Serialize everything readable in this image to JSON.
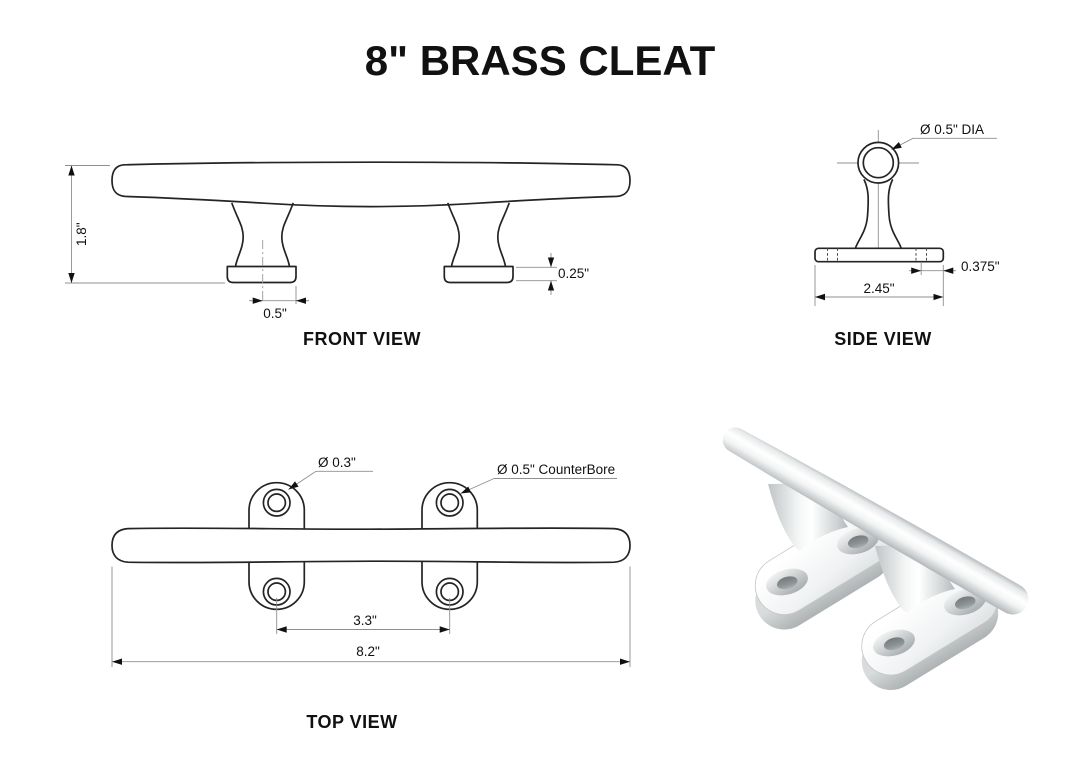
{
  "title": "8\" BRASS CLEAT",
  "views": {
    "front": {
      "label": "FRONT VIEW",
      "dim_height": "1.8\"",
      "dim_base_width": "0.5\"",
      "dim_base_height": "0.25\""
    },
    "side": {
      "label": "SIDE VIEW",
      "dim_horn_dia": "Ø 0.5\" DIA",
      "dim_hole_offset": "0.375\"",
      "dim_base_length": "2.45\""
    },
    "top": {
      "label": "TOP VIEW",
      "dim_hole_dia": "Ø 0.3\"",
      "dim_counterbore": "Ø 0.5\" CounterBore",
      "dim_hole_spacing": "3.3\"",
      "dim_overall_length": "8.2\""
    },
    "iso": {
      "description": "3D shaded view of cleat"
    }
  },
  "colors": {
    "line": "#242424",
    "dim_line": "#8f8f8f",
    "text": "#111111",
    "render_highlight": "#ffffff",
    "render_shadow": "#9aa0a2"
  }
}
